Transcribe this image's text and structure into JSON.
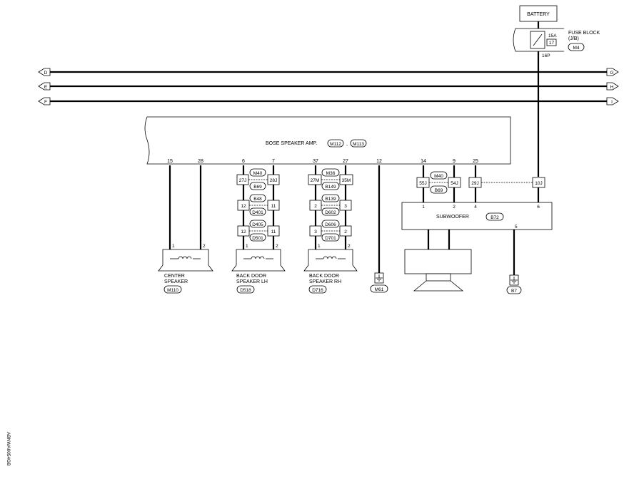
{
  "battery": {
    "label": "BATTERY"
  },
  "fuse_block": {
    "title": "FUSE BLOCK",
    "sub": "(J/B)",
    "rating": "15A",
    "number": "17",
    "connector": "M4",
    "pin": "16P"
  },
  "buses": [
    {
      "left": "D",
      "right": "G"
    },
    {
      "left": "E",
      "right": "H"
    },
    {
      "left": "F",
      "right": "I"
    }
  ],
  "amp": {
    "label": "BOSE SPEAKER AMP.",
    "conn1": "M112",
    "conn2": "M113",
    "pins": [
      "15",
      "28",
      "6",
      "7",
      "37",
      "27",
      "12",
      "14",
      "9",
      "25"
    ]
  },
  "joints": {
    "lh": {
      "c1": {
        "left": "27J",
        "right": "28J",
        "top": "M40",
        "bottom": "B69"
      },
      "c2": {
        "left": "12",
        "right": "11",
        "top": "B48",
        "bottom": "D401"
      },
      "c3": {
        "left": "12",
        "right": "11",
        "top": "D405",
        "bottom": "D501"
      }
    },
    "rh": {
      "c1": {
        "left": "27M",
        "right": "35M",
        "top": "M36",
        "bottom": "B149"
      },
      "c2": {
        "left": "2",
        "right": "3",
        "top": "B139",
        "bottom": "D602"
      },
      "c3": {
        "left": "3",
        "right": "2",
        "top": "D606",
        "bottom": "D701"
      }
    },
    "sub": {
      "left": "55J",
      "right": "54J",
      "top": "M40",
      "bottom": "B69",
      "j3": "29J",
      "j4": "10J"
    }
  },
  "speakers": {
    "center": {
      "line1": "CENTER",
      "line2": "SPEAKER",
      "conn": "M110",
      "pin1": "1",
      "pin2": "2"
    },
    "lh": {
      "line1": "BACK DOOR",
      "line2": "SPEAKER LH",
      "conn": "D518",
      "pin1": "1",
      "pin2": "2"
    },
    "rh": {
      "line1": "BACK DOOR",
      "line2": "SPEAKER RH",
      "conn": "D716",
      "pin1": "1",
      "pin2": "2"
    }
  },
  "ground_amp": {
    "conn": "M61"
  },
  "subwoofer": {
    "label": "SUBWOOFER",
    "conn": "B72",
    "pins": [
      "1",
      "2",
      "4",
      "6"
    ],
    "pin5": "5",
    "ground": "B7"
  },
  "figure_code": "ABNWA0054GB"
}
